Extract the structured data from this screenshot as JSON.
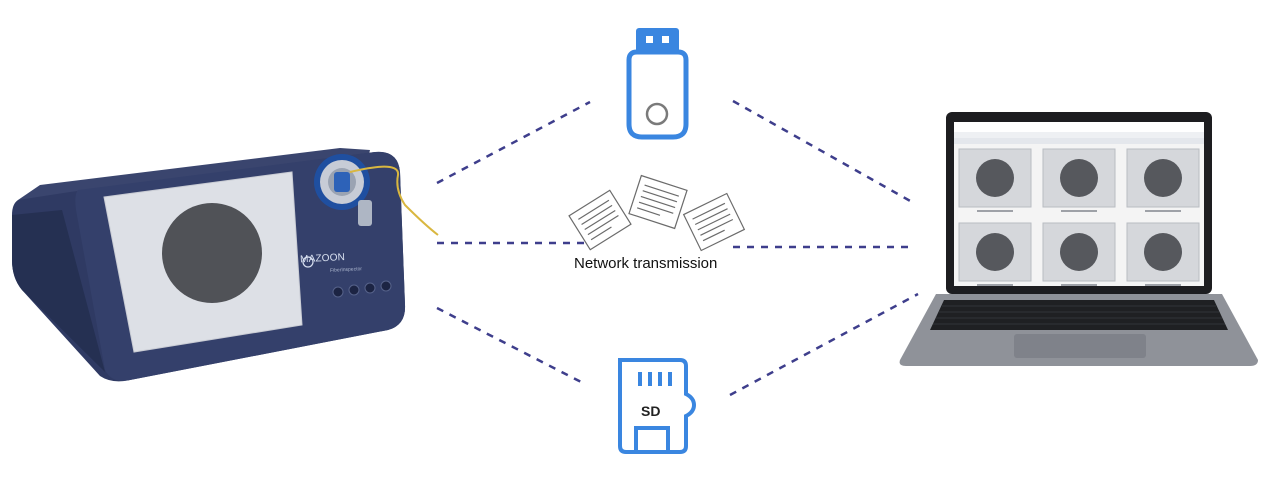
{
  "device": {
    "brand": "MAZOON",
    "model_caption": "FiberInspector"
  },
  "connection": {
    "network_label": "Network transmission"
  },
  "storage": {
    "usb_icon": "usb-drive-icon",
    "sd_icon": "sd-card-icon",
    "sd_label": "SD"
  },
  "documents_icon": "documents-icon",
  "laptop": {
    "thumbnail_count": 6,
    "thumbnail_captions": [
      "",
      "",
      "",
      "",
      "",
      ""
    ]
  },
  "colors": {
    "icon_blue": "#3a86e0",
    "link_line": "#3e3e8c",
    "device_body": "#2f3a63"
  }
}
